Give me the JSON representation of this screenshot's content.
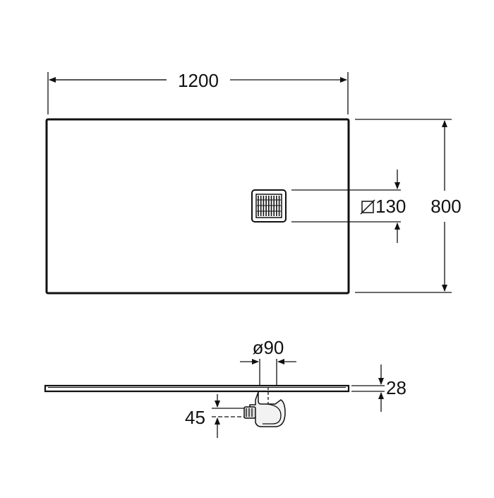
{
  "dimensions": {
    "width": "1200",
    "height": "800",
    "drain_diameter": "130",
    "outlet_diameter": "ø90",
    "tray_thickness": "28",
    "trap_height": "45"
  },
  "colors": {
    "line": "#111111",
    "background": "#ffffff",
    "trap_fill": "#f2f2f2"
  }
}
